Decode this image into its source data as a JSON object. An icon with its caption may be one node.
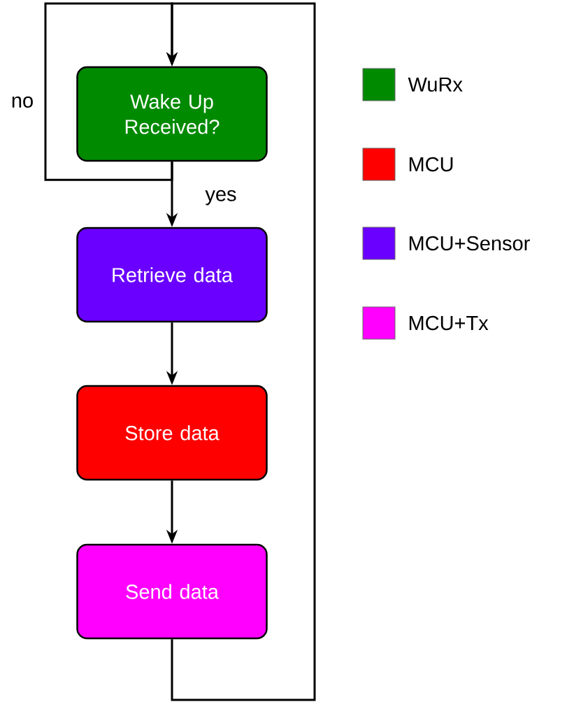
{
  "diagram": {
    "nodes": [
      {
        "text": [
          "Wake Up Received?"
        ]
      },
      {
        "text": [
          "Retrieve data"
        ]
      },
      {
        "text": [
          "Store data"
        ]
      },
      {
        "text": [
          "Send data"
        ]
      }
    ],
    "edges": [
      {
        "from": 0,
        "to": 1,
        "arrow": "to",
        "label": "yes"
      },
      {
        "from": 1,
        "to": 2,
        "arrow": "to"
      },
      {
        "from": 2,
        "to": 3,
        "arrow": "to"
      },
      {
        "from": 3,
        "to": 0,
        "arrow": "to"
      },
      {
        "from": 0,
        "to": 0,
        "arrow": "to",
        "label": "no"
      }
    ],
    "legend": [
      {
        "text": "WuRx",
        "color": "#008a00"
      },
      {
        "text": "MCU",
        "color": "#ff0000"
      },
      {
        "text": "MCU+Sensor",
        "color": "#6a00ff"
      },
      {
        "text": "MCU+Tx",
        "color": "#ff00ff"
      }
    ]
  }
}
